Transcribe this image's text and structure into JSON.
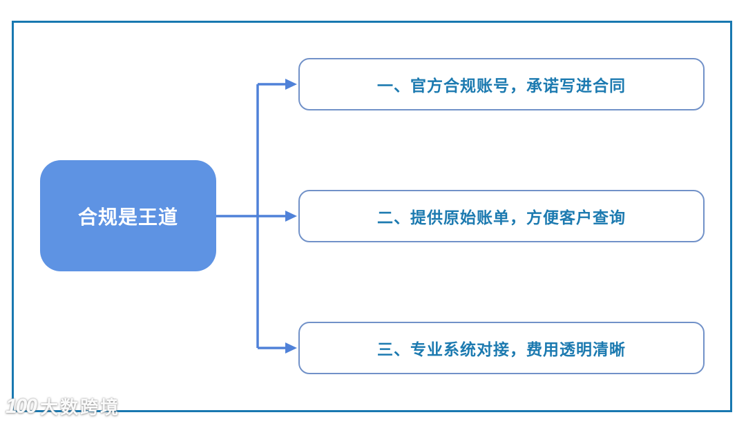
{
  "diagram": {
    "root": {
      "label": "合规是王道"
    },
    "branches": [
      {
        "label": "一、官方合规账号，承诺写进合同"
      },
      {
        "label": "二、提供原始账单，方便客户查询"
      },
      {
        "label": "三、专业系统对接，费用透明清晰"
      }
    ]
  },
  "watermark": {
    "logo": "100",
    "text": "大数跨境"
  },
  "colors": {
    "frame_border": "#1878b0",
    "root_fill": "#5e93e3",
    "root_text": "#ffffff",
    "branch_border": "#7191c8",
    "branch_text": "#1c7ab0",
    "connector": "#4f81d8",
    "background": "#ffffff"
  }
}
